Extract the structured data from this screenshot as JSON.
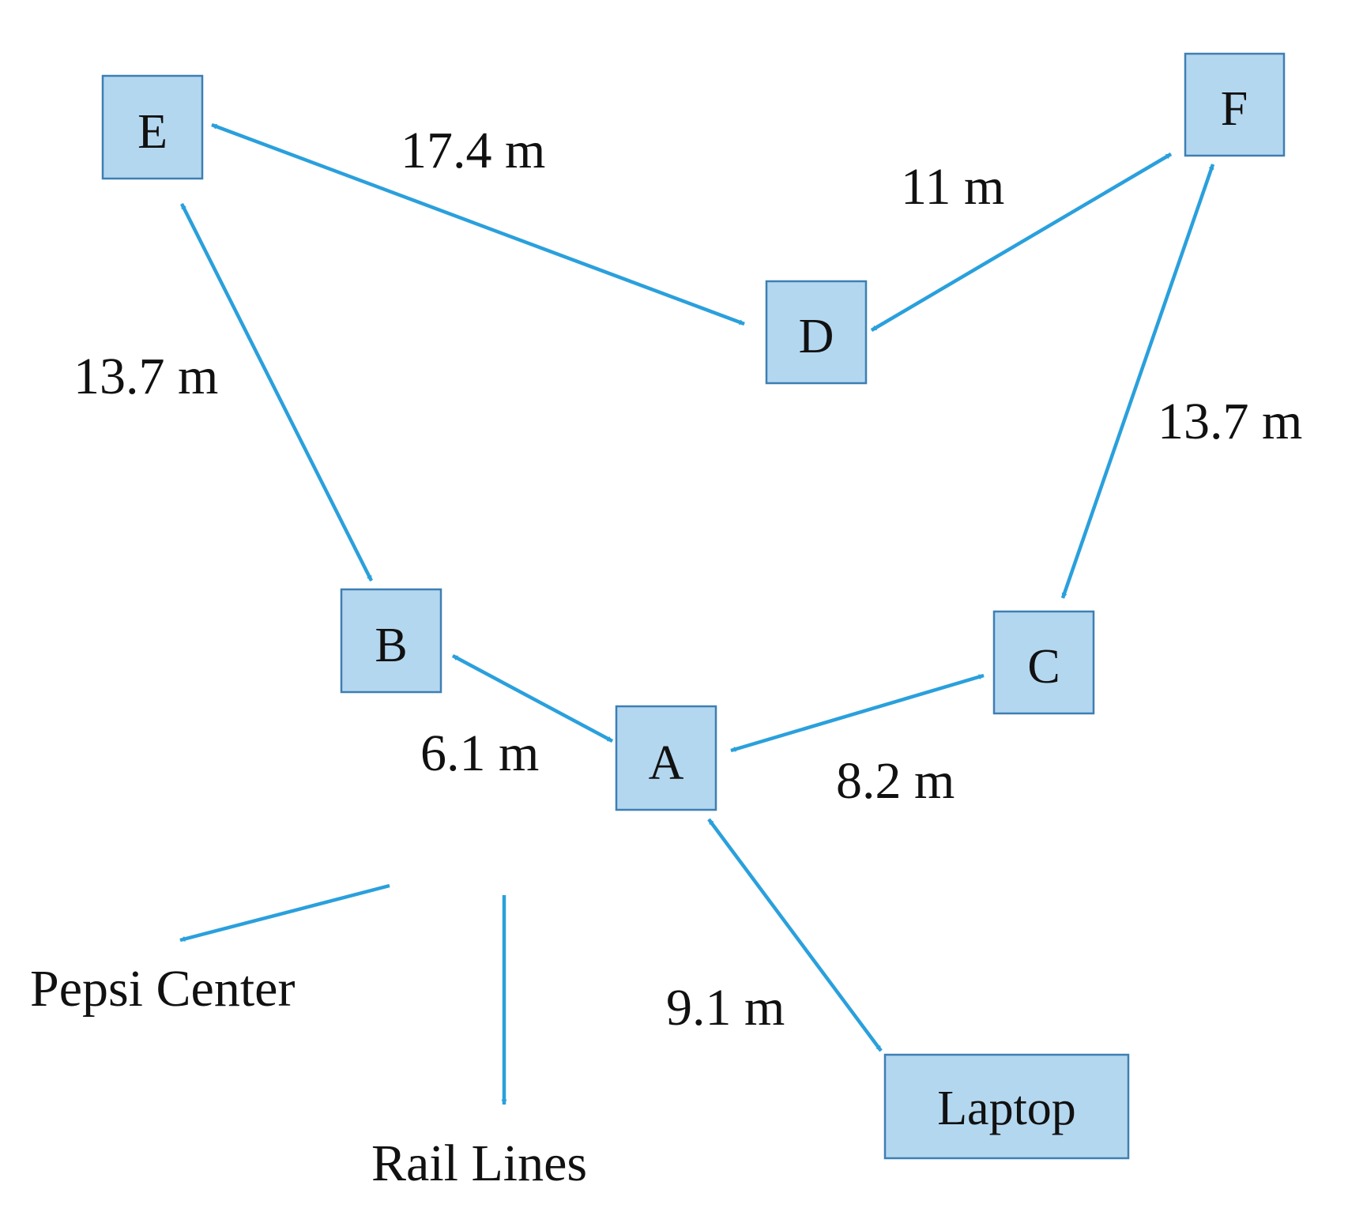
{
  "colors": {
    "node_fill": "#b4d7f0",
    "node_stroke": "#3d7fb3",
    "edge": "#2aa0dc",
    "text": "#111111"
  },
  "nodes": {
    "E": "E",
    "F": "F",
    "D": "D",
    "B": "B",
    "C": "C",
    "A": "A",
    "laptop": "Laptop"
  },
  "edges": {
    "E_D": "17.4 m",
    "D_F": "11 m",
    "E_B": "13.7 m",
    "F_C": "13.7 m",
    "B_A": "6.1 m",
    "A_C": "8.2 m",
    "A_laptop": "9.1 m"
  },
  "directions": {
    "pepsi_center": "Pepsi Center",
    "rail_lines": "Rail Lines"
  }
}
